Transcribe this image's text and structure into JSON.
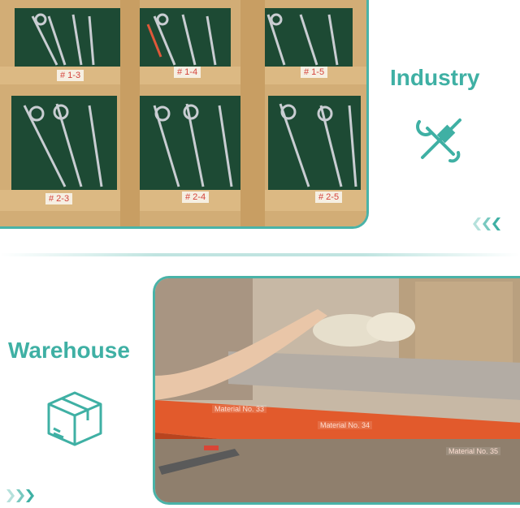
{
  "sections": {
    "industry": {
      "title": "Industry",
      "icon": "tools-icon"
    },
    "warehouse": {
      "title": "Warehouse",
      "icon": "box-icon"
    }
  },
  "industry_labels": [
    "# 1-3",
    "# 1-4",
    "# 1-5",
    "# 2-3",
    "# 2-4",
    "# 2-5"
  ],
  "warehouse_labels": [
    "Material No. 33",
    "Material No. 34",
    "Material No. 35"
  ],
  "colors": {
    "accent": "#49b3a8",
    "heading": "#3fb0a4",
    "label_text": "#d4443c",
    "shelf_orange": "#e25a2c",
    "wood": "#d2ad76",
    "felt": "#1d4a34"
  }
}
